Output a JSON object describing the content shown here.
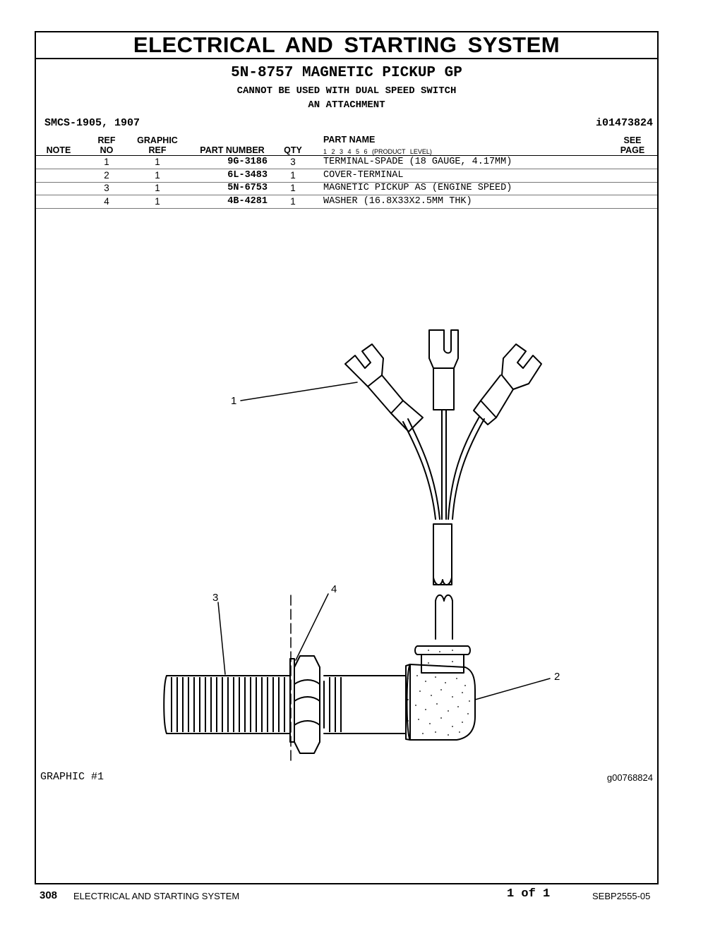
{
  "header": {
    "title": "ELECTRICAL AND STARTING SYSTEM",
    "group_title": "5N-8757 MAGNETIC PICKUP GP",
    "note_line1": "CANNOT BE USED WITH DUAL SPEED SWITCH",
    "note_line2": "AN ATTACHMENT",
    "smcs": "SMCS-1905, 1907",
    "id": "i01473824"
  },
  "table": {
    "columns": {
      "note": "NOTE",
      "ref_top": "REF",
      "ref_bottom": "NO",
      "graphic_top": "GRAPHIC",
      "graphic_bottom": "REF",
      "part_number": "PART NUMBER",
      "qty": "QTY",
      "part_name": "PART NAME",
      "product_levels": "1   2   3   4   5   6   (PRODUCT LEVEL)",
      "see_top": "SEE",
      "see_bottom": "PAGE"
    },
    "rows": [
      {
        "note": "",
        "ref": "1",
        "graphic_ref": "1",
        "part_number": "9G-3186",
        "qty": "3",
        "name": "TERMINAL-SPADE (18 GAUGE, 4.17MM)",
        "see_page": ""
      },
      {
        "note": "",
        "ref": "2",
        "graphic_ref": "1",
        "part_number": "6L-3483",
        "qty": "1",
        "name": "COVER-TERMINAL",
        "see_page": ""
      },
      {
        "note": "",
        "ref": "3",
        "graphic_ref": "1",
        "part_number": "5N-6753",
        "qty": "1",
        "name": "MAGNETIC PICKUP AS (ENGINE SPEED)",
        "see_page": ""
      },
      {
        "note": "",
        "ref": "4",
        "graphic_ref": "1",
        "part_number": "4B-4281",
        "qty": "1",
        "name": "WASHER (16.8X33X2.5MM THK)",
        "see_page": ""
      }
    ]
  },
  "graphic": {
    "label": "GRAPHIC #1",
    "id": "g00768824",
    "callouts": [
      "1",
      "2",
      "3",
      "4"
    ]
  },
  "footer": {
    "page": "308",
    "section": "ELECTRICAL AND STARTING SYSTEM",
    "page_of": "1 of 1",
    "doc": "SEBP2555-05"
  }
}
